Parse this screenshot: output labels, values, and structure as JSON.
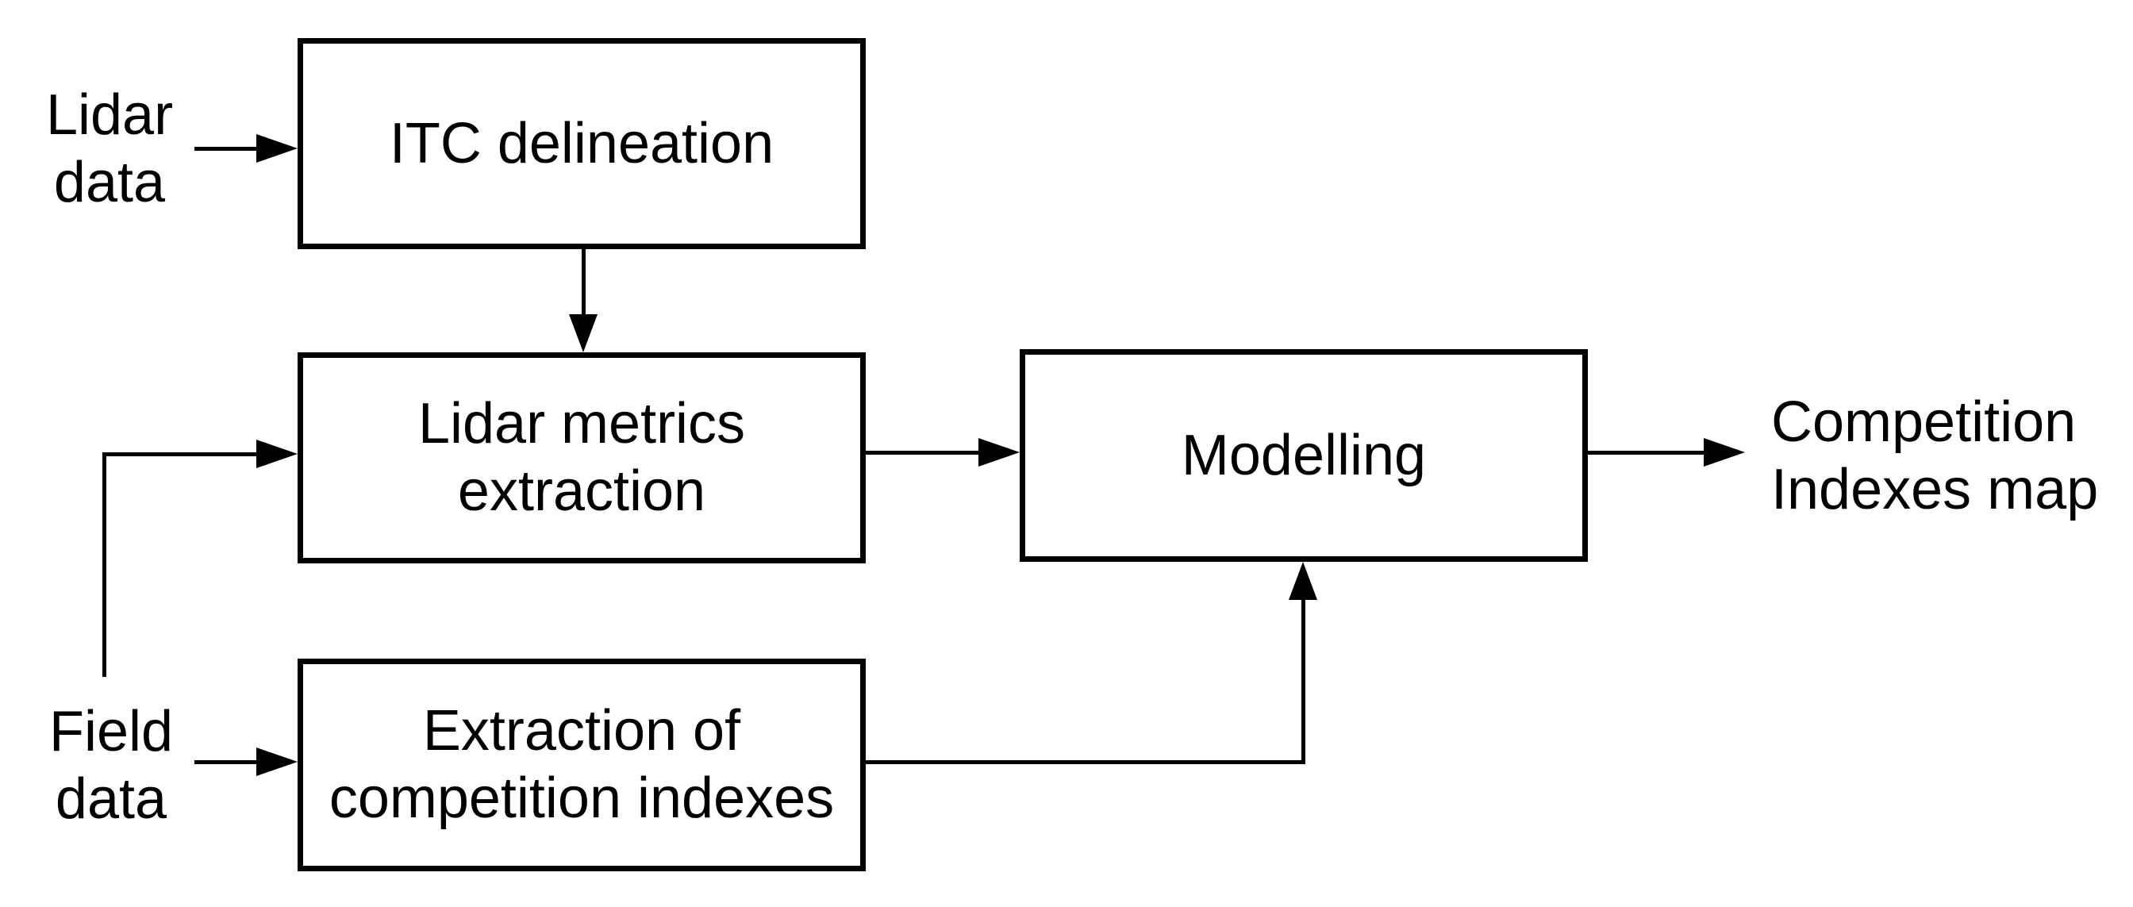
{
  "diagram": {
    "type": "flowchart",
    "colors": {
      "ink": "#000000",
      "background": "#ffffff",
      "box_fill": "#ffffff"
    },
    "nodes": {
      "itc": {
        "label": "ITC delineation"
      },
      "metrics": {
        "line1": "Lidar metrics",
        "line2": "extraction"
      },
      "extraction": {
        "line1": "Extraction of",
        "line2": "competition indexes"
      },
      "modelling": {
        "label": "Modelling"
      }
    },
    "inputs": {
      "lidar_data": {
        "line1": "Lidar",
        "line2": "data"
      },
      "field_data": {
        "line1": "Field",
        "line2": "data"
      }
    },
    "outputs": {
      "competition_map": {
        "line1": "Competition",
        "line2": "Indexes map"
      }
    },
    "edges": [
      {
        "from": "lidar_data",
        "to": "itc"
      },
      {
        "from": "itc",
        "to": "metrics"
      },
      {
        "from": "field_data",
        "to": "metrics"
      },
      {
        "from": "field_data",
        "to": "extraction"
      },
      {
        "from": "metrics",
        "to": "modelling"
      },
      {
        "from": "extraction",
        "to": "modelling"
      },
      {
        "from": "modelling",
        "to": "competition_map"
      }
    ]
  }
}
